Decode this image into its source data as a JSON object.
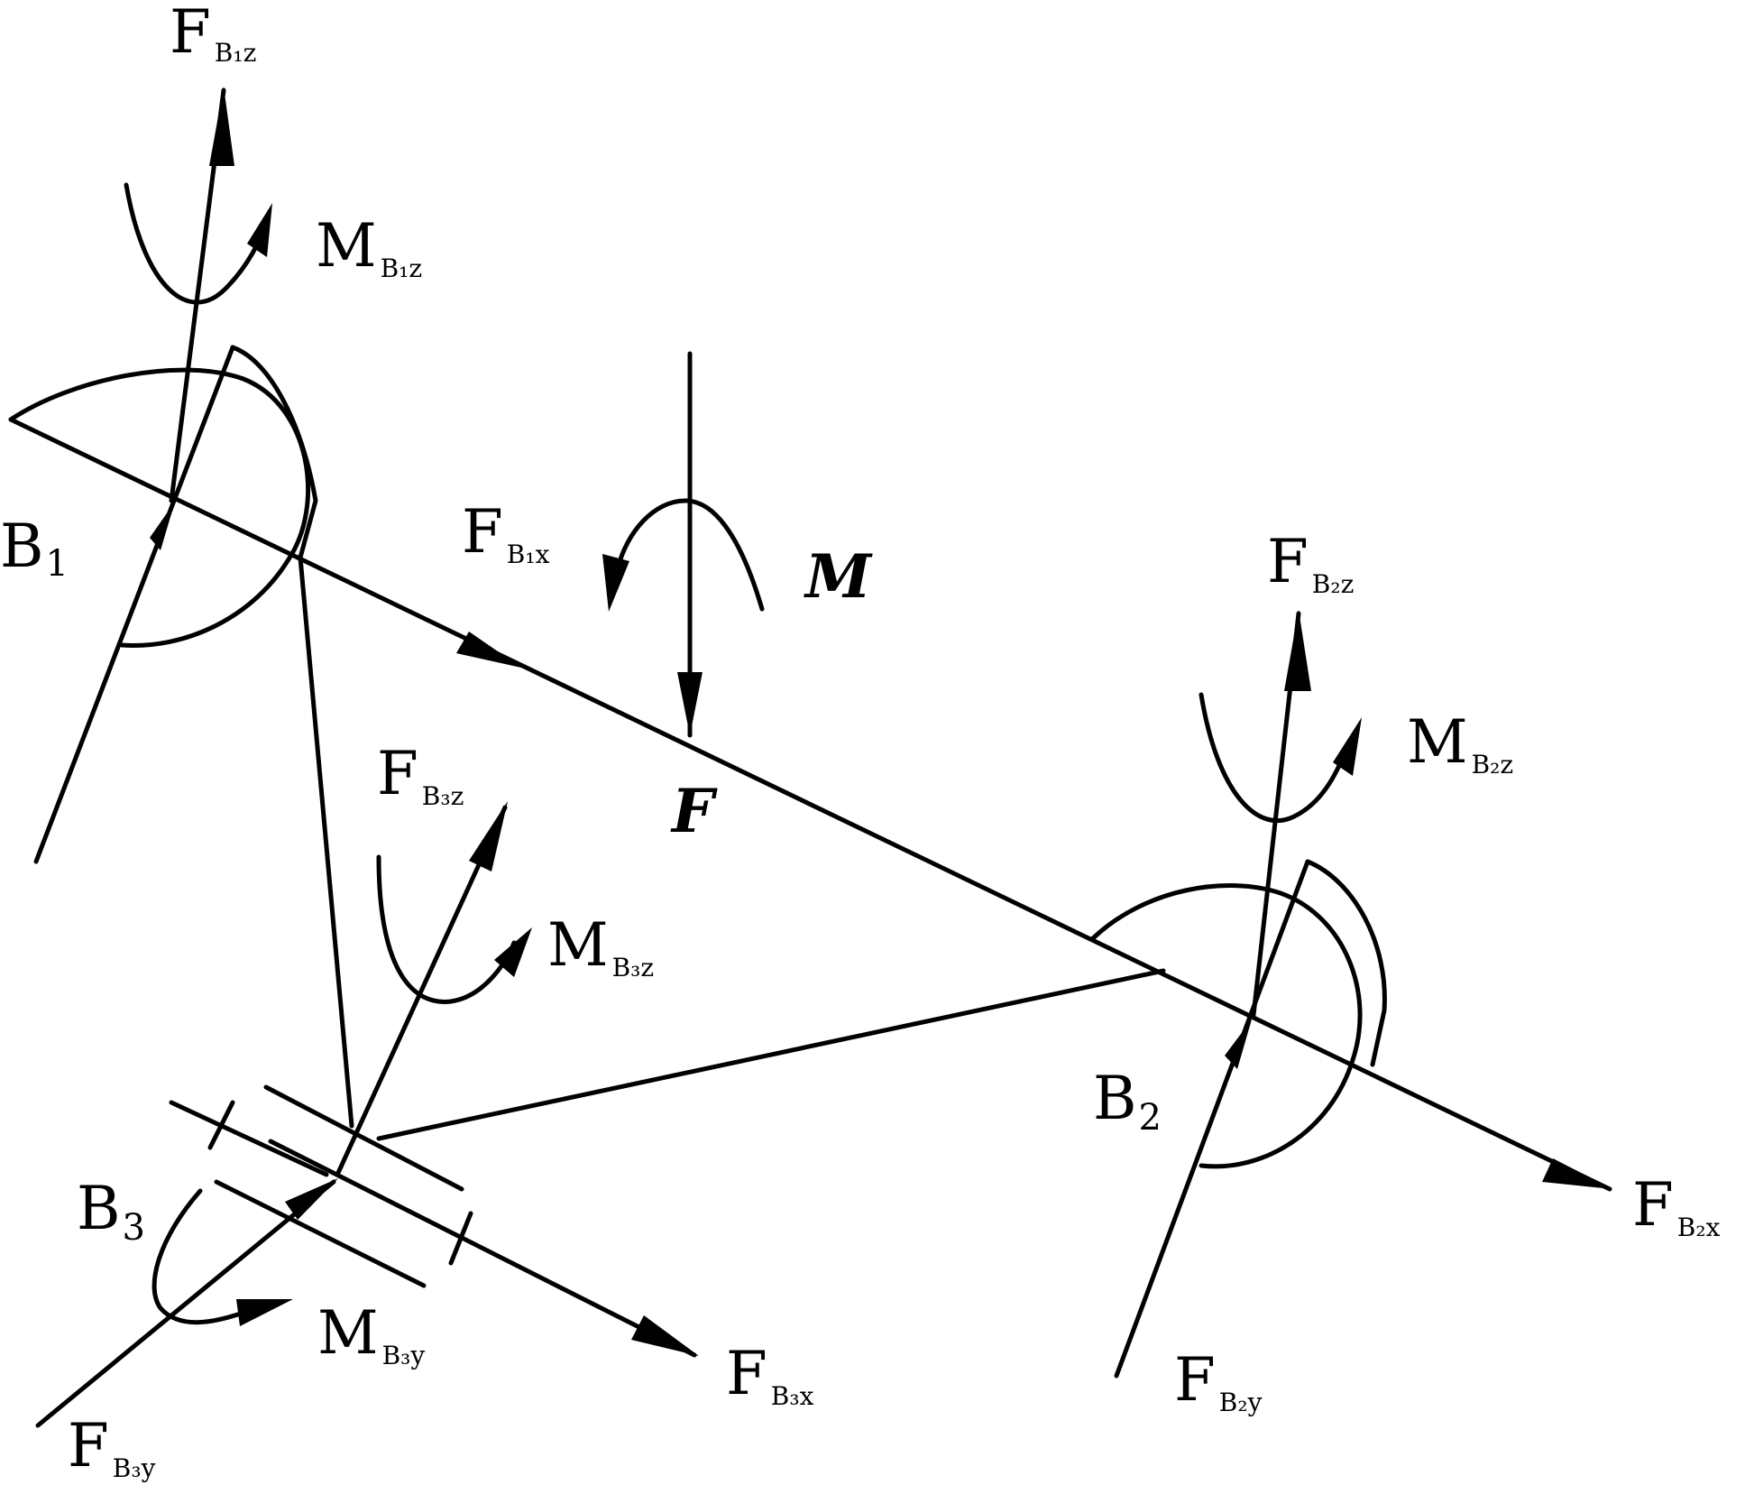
{
  "labels": {
    "FB1z": {
      "main": "F",
      "sub": "B₁z"
    },
    "MB1z": {
      "main": "M",
      "sub": "B₁z"
    },
    "B1": {
      "main": "B",
      "sub": "1"
    },
    "FB1x": {
      "main": "F",
      "sub": "B₁x"
    },
    "M": {
      "main": "M"
    },
    "F": {
      "main": "F"
    },
    "FB3z": {
      "main": "F",
      "sub": "B₃z"
    },
    "MB3z": {
      "main": "M",
      "sub": "B₃z"
    },
    "B3": {
      "main": "B",
      "sub": "3"
    },
    "MB3y": {
      "main": "M",
      "sub": "B₃y"
    },
    "FB3x": {
      "main": "F",
      "sub": "B₃x"
    },
    "FB3y": {
      "main": "F",
      "sub": "B₃y"
    },
    "FB2z": {
      "main": "F",
      "sub": "B₂z"
    },
    "MB2z": {
      "main": "M",
      "sub": "B₂z"
    },
    "B2": {
      "main": "B",
      "sub": "2"
    },
    "FB2x": {
      "main": "F",
      "sub": "B₂x"
    },
    "FB2y": {
      "main": "F",
      "sub": "B₂y"
    }
  }
}
